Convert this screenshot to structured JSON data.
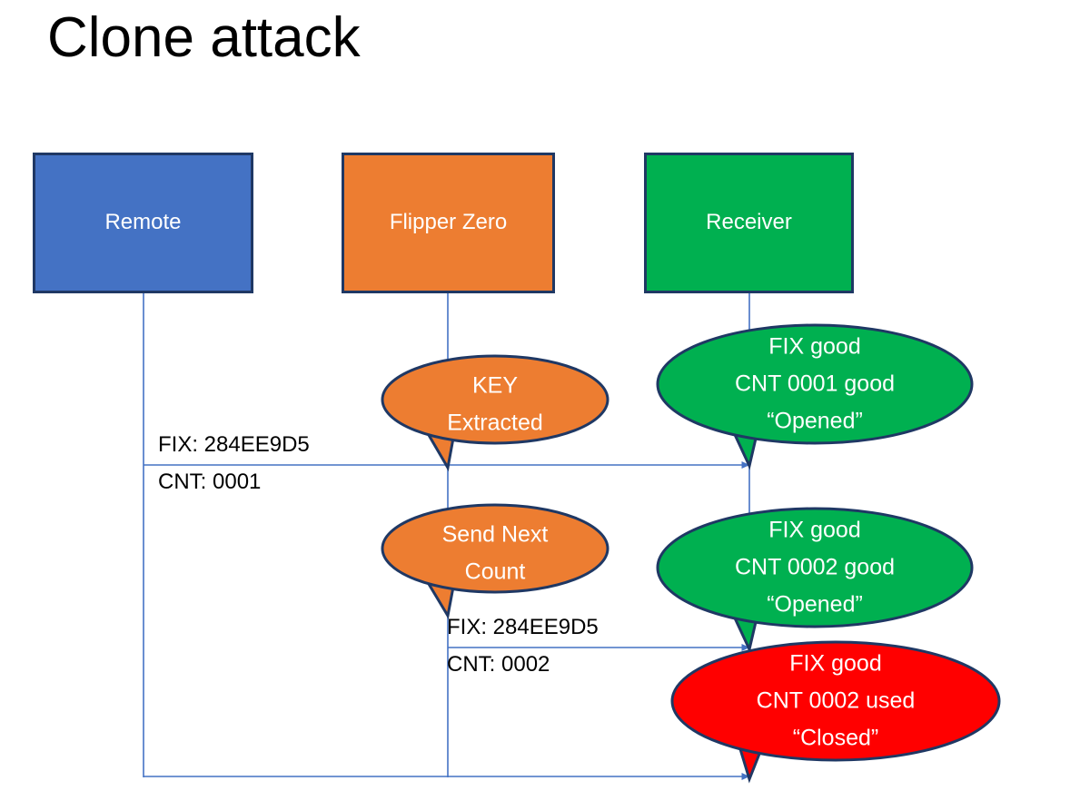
{
  "slide": {
    "title": "Clone attack"
  },
  "actors": [
    {
      "id": "remote",
      "label": "Remote",
      "color": "#4472C4",
      "border": "#1F3864"
    },
    {
      "id": "flipper",
      "label": "Flipper Zero",
      "color": "#ED7D31",
      "border": "#1F3864"
    },
    {
      "id": "receiver",
      "label": "Receiver",
      "color": "#00B050",
      "border": "#1F3864"
    }
  ],
  "messages": [
    {
      "id": "msg1",
      "from": "remote",
      "to": "receiver",
      "line1": "FIX: 284EE9D5",
      "line2": "CNT: 0001"
    },
    {
      "id": "msg2",
      "from": "flipper",
      "to": "receiver",
      "line1": "FIX: 284EE9D5",
      "line2": "CNT: 0002"
    }
  ],
  "callouts": [
    {
      "id": "key-extracted",
      "owner": "flipper",
      "color": "#ED7D31",
      "border": "#1F3864",
      "lines": [
        "KEY",
        "Extracted"
      ]
    },
    {
      "id": "receiver-cnt-0001-opened",
      "owner": "receiver",
      "color": "#00B050",
      "border": "#1F3864",
      "lines": [
        "FIX good",
        "CNT 0001 good",
        "“Opened”"
      ]
    },
    {
      "id": "send-next-count",
      "owner": "flipper",
      "color": "#ED7D31",
      "border": "#1F3864",
      "lines": [
        "Send Next",
        "Count"
      ]
    },
    {
      "id": "receiver-cnt-0002-opened",
      "owner": "receiver",
      "color": "#00B050",
      "border": "#1F3864",
      "lines": [
        "FIX good",
        "CNT 0002 good",
        "“Opened”"
      ]
    },
    {
      "id": "receiver-cnt-0002-closed",
      "owner": "receiver",
      "color": "#FF0000",
      "border": "#1F3864",
      "lines": [
        "FIX good",
        "CNT 0002 used",
        "“Closed”"
      ]
    }
  ],
  "lifeline_color": "#4472C4"
}
